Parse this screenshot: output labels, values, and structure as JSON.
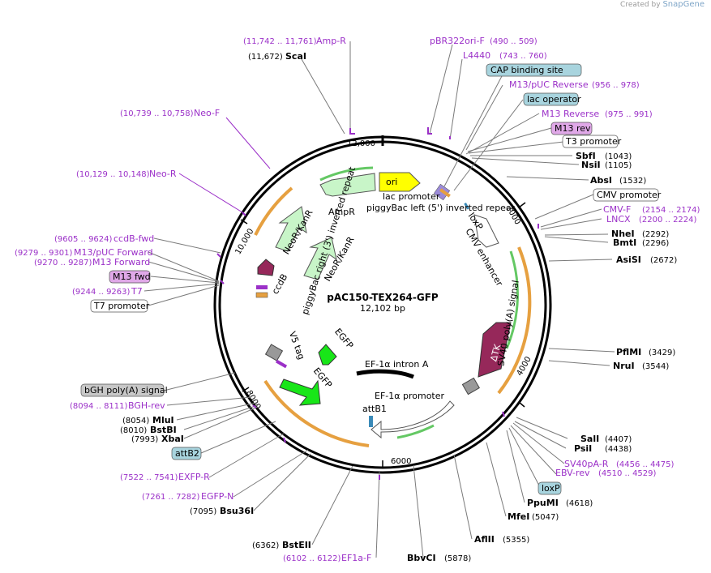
{
  "app": {
    "credit_prefix": "Created by",
    "credit_brand": "SnapGene"
  },
  "plasmid": {
    "name": "pAC150-TEX264-GFP",
    "length_label": "12,102 bp"
  },
  "ticks": [
    "2000",
    "4000",
    "6000",
    "8000",
    "10,000",
    "12,000"
  ],
  "colors": {
    "enzyme": "#000000",
    "primer": "#9b30c8",
    "label_box_blue": "#a8d4de",
    "label_box_purple": "#e0a8e8",
    "ori": "#ffff00",
    "neo": "#c8f5c8",
    "dtk": "#96285a",
    "egfp": "#18e618",
    "ccdb": "#96285a",
    "ef1a_intron": "#000000",
    "orange_feature": "#e6a040",
    "green_feature": "#64c864"
  },
  "labels": [
    {
      "id": "ampr-primer",
      "text": "Amp-R",
      "coord": "(11,742 .. 11,761)",
      "kind": "primer"
    },
    {
      "id": "scai",
      "text": "ScaI",
      "coord": "(11,672)",
      "kind": "enzyme"
    },
    {
      "id": "pbr322ori-f",
      "text": "pBR322ori-F",
      "coord": "(490 .. 509)",
      "kind": "primer"
    },
    {
      "id": "l4440",
      "text": "L4440",
      "coord": "(743 .. 760)",
      "kind": "primer"
    },
    {
      "id": "cap-site",
      "text": "CAP binding site",
      "kind": "box-blue"
    },
    {
      "id": "m13-puc-rev",
      "text": "M13/pUC Reverse",
      "coord": "(956 .. 978)",
      "kind": "primer"
    },
    {
      "id": "lac-operator",
      "text": "lac operator",
      "kind": "box-blue"
    },
    {
      "id": "m13-reverse",
      "text": "M13 Reverse",
      "coord": "(975 .. 991)",
      "kind": "primer"
    },
    {
      "id": "m13-rev",
      "text": "M13 rev",
      "kind": "box-purple"
    },
    {
      "id": "t3-promoter",
      "text": "T3 promoter",
      "kind": "box-white"
    },
    {
      "id": "sbfi",
      "text": "SbfI",
      "coord": "(1043)",
      "kind": "enzyme"
    },
    {
      "id": "nsii",
      "text": "NsiI",
      "coord": "(1105)",
      "kind": "enzyme"
    },
    {
      "id": "absi",
      "text": "AbsI",
      "coord": "(1532)",
      "kind": "enzyme"
    },
    {
      "id": "cmv-promoter",
      "text": "CMV promoter",
      "kind": "box-white"
    },
    {
      "id": "cmv-f",
      "text": "CMV-F",
      "coord": "(2154 .. 2174)",
      "kind": "primer"
    },
    {
      "id": "lncx",
      "text": "LNCX",
      "coord": "(2200 .. 2224)",
      "kind": "primer"
    },
    {
      "id": "nhei",
      "text": "NheI",
      "coord": "(2292)",
      "kind": "enzyme"
    },
    {
      "id": "bmti",
      "text": "BmtI",
      "coord": "(2296)",
      "kind": "enzyme"
    },
    {
      "id": "asisi",
      "text": "AsiSI",
      "coord": "(2672)",
      "kind": "enzyme"
    },
    {
      "id": "pflmi",
      "text": "PflMI",
      "coord": "(3429)",
      "kind": "enzyme"
    },
    {
      "id": "nrui",
      "text": "NruI",
      "coord": "(3544)",
      "kind": "enzyme"
    },
    {
      "id": "sali",
      "text": "SalI",
      "coord": "(4407)",
      "kind": "enzyme"
    },
    {
      "id": "psii",
      "text": "PsiI",
      "coord": "(4438)",
      "kind": "enzyme"
    },
    {
      "id": "sv40pa-r",
      "text": "SV40pA-R",
      "coord": "(4456 .. 4475)",
      "kind": "primer"
    },
    {
      "id": "ebv-rev",
      "text": "EBV-rev",
      "coord": "(4510 .. 4529)",
      "kind": "primer"
    },
    {
      "id": "loxp-box",
      "text": "loxP",
      "kind": "box-blue"
    },
    {
      "id": "ppumi",
      "text": "PpuMI",
      "coord": "(4618)",
      "kind": "enzyme"
    },
    {
      "id": "mfei",
      "text": "MfeI",
      "coord": "(5047)",
      "kind": "enzyme"
    },
    {
      "id": "aflii",
      "text": "AflII",
      "coord": "(5355)",
      "kind": "enzyme"
    },
    {
      "id": "bbvci",
      "text": "BbvCI",
      "coord": "(5878)",
      "kind": "enzyme"
    },
    {
      "id": "ef1a-f",
      "text": "EF1a-F",
      "coord": "(6102 .. 6122)",
      "kind": "primer"
    },
    {
      "id": "bsteii",
      "text": "BstEII",
      "coord": "(6362)",
      "kind": "enzyme"
    },
    {
      "id": "bsu36i",
      "text": "Bsu36I",
      "coord": "(7095)",
      "kind": "enzyme"
    },
    {
      "id": "egfp-n",
      "text": "EGFP-N",
      "coord": "(7261 .. 7282)",
      "kind": "primer"
    },
    {
      "id": "exfp-r",
      "text": "EXFP-R",
      "coord": "(7522 .. 7541)",
      "kind": "primer"
    },
    {
      "id": "attb2",
      "text": "attB2",
      "kind": "box-blue"
    },
    {
      "id": "xbai",
      "text": "XbaI",
      "coord": "(7993)",
      "kind": "enzyme"
    },
    {
      "id": "bstbi",
      "text": "BstBI",
      "coord": "(8010)",
      "kind": "enzyme"
    },
    {
      "id": "mlui",
      "text": "MluI",
      "coord": "(8054)",
      "kind": "enzyme"
    },
    {
      "id": "bgh-rev",
      "text": "BGH-rev",
      "coord": "(8094 .. 8111)",
      "kind": "primer"
    },
    {
      "id": "bgh-polya",
      "text": "bGH poly(A) signal",
      "kind": "box-grey"
    },
    {
      "id": "t7-promoter",
      "text": "T7 promoter",
      "kind": "box-white"
    },
    {
      "id": "t7",
      "text": "T7",
      "coord": "(9244 .. 9263)",
      "kind": "primer"
    },
    {
      "id": "m13-fwd",
      "text": "M13 fwd",
      "kind": "box-purple"
    },
    {
      "id": "m13-forward",
      "text": "M13 Forward",
      "coord": "(9270 .. 9287)",
      "kind": "primer"
    },
    {
      "id": "m13-puc-fwd",
      "text": "M13/pUC Forward",
      "coord": "(9279 .. 9301)",
      "kind": "primer"
    },
    {
      "id": "ccdb-fwd",
      "text": "ccdB-fwd",
      "coord": "(9605 .. 9624)",
      "kind": "primer"
    },
    {
      "id": "neo-r",
      "text": "Neo-R",
      "coord": "(10,129 .. 10,148)",
      "kind": "primer"
    },
    {
      "id": "neo-f",
      "text": "Neo-F",
      "coord": "(10,739 .. 10,758)",
      "kind": "primer"
    }
  ],
  "features": {
    "ori": "ori",
    "lac_promoter": "lac promoter",
    "piggybac_left": "piggyBac left (5') inverted repeat",
    "loxp": "loxP",
    "cmv_enhancer": "CMV enhancer",
    "ampr": "AmpR",
    "neor1": "NeoR/KanR",
    "neor2": "NeoR/KanR",
    "ccdb": "ccdB",
    "piggybac_right": "piggyBac right (3') inverted repeat",
    "v5_tag": "V5 tag",
    "egfp1": "EGFP",
    "egfp2": "EGFP",
    "ef1a_intron": "EF-1α intron A",
    "ef1a_promoter": "EF-1α promoter",
    "attb1": "attB1",
    "sv40_polya": "SV40 poly(A) signal",
    "dtk": "ΔTK"
  }
}
